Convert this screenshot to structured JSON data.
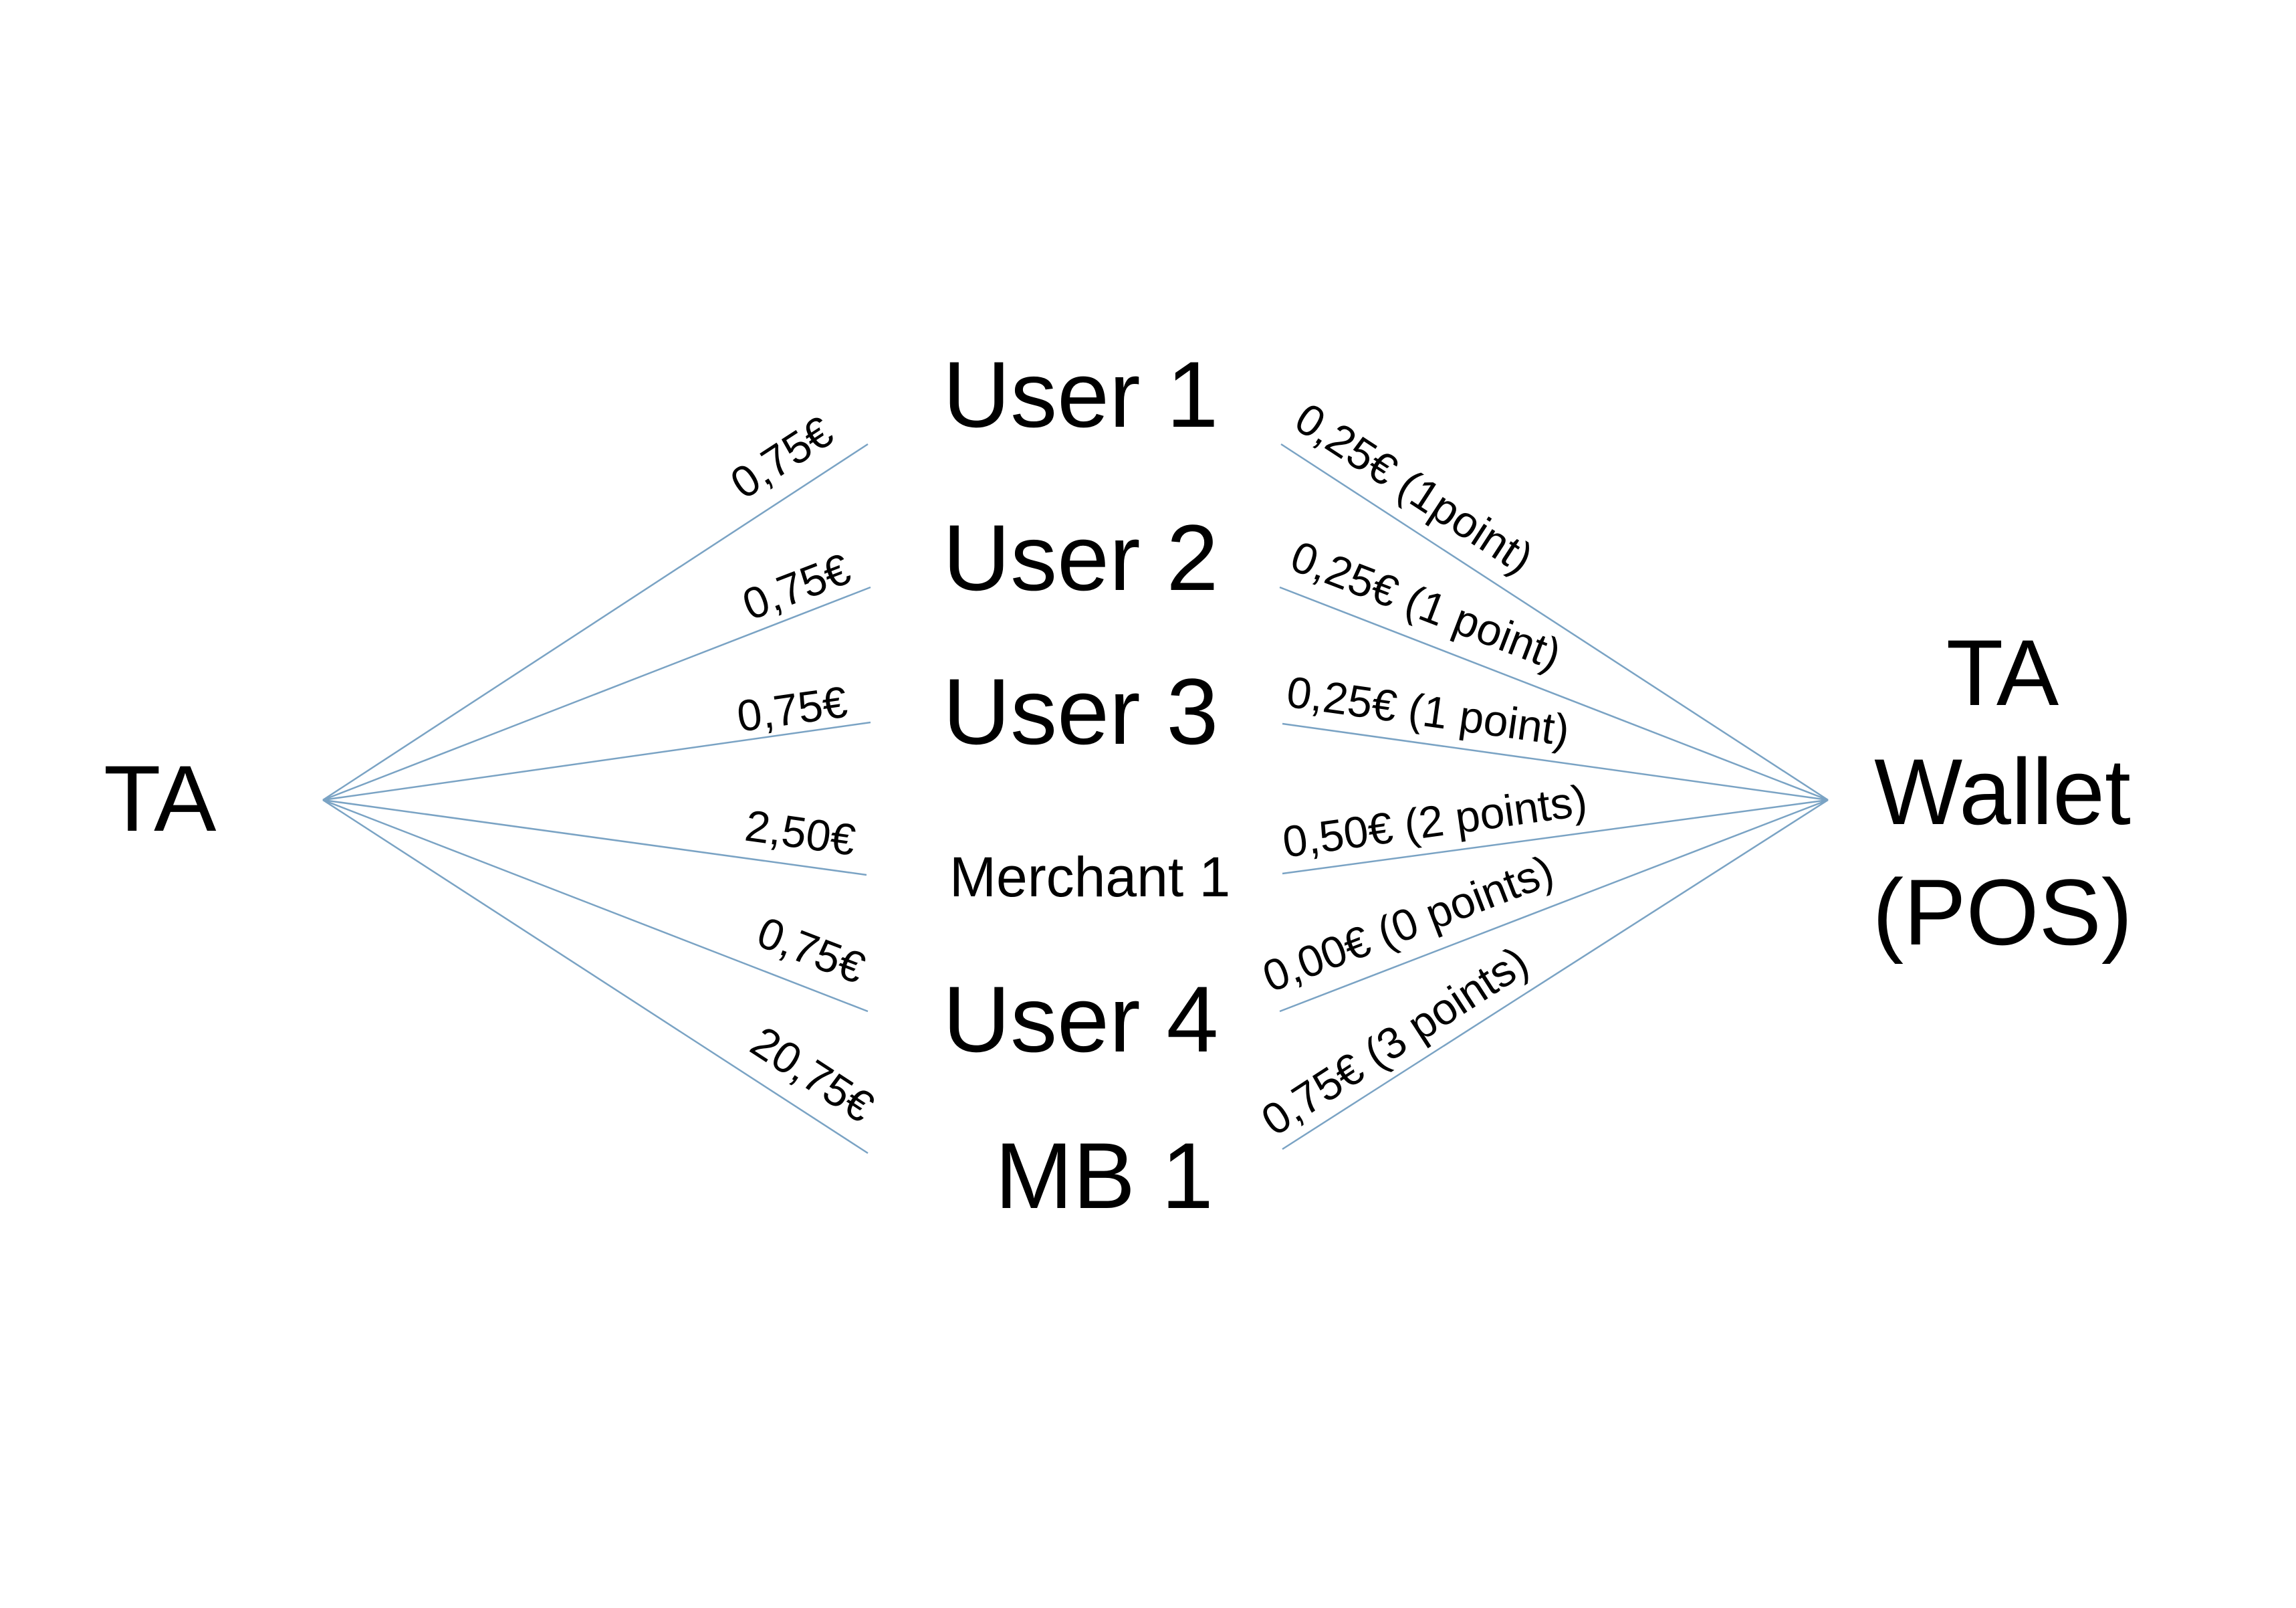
{
  "diagram": {
    "line_color": "#7aa3c4",
    "source": {
      "label": "TA"
    },
    "target": {
      "lines": [
        "TA",
        "Wallet",
        "(POS)"
      ]
    },
    "participants": [
      {
        "label": "User 1",
        "in_amount": "0,75€",
        "out_amount": "0,25€ (1point)"
      },
      {
        "label": "User 2",
        "in_amount": "0,75€",
        "out_amount": "0,25€ (1 point)"
      },
      {
        "label": "User 3",
        "in_amount": "0,75€",
        "out_amount": "0,25€ (1 point)"
      },
      {
        "label": "Merchant 1",
        "in_amount": "2,50€",
        "out_amount": "0,50€ (2 points)"
      },
      {
        "label": "User 4",
        "in_amount": "0,75€",
        "out_amount": "0,00€ (0 points)"
      },
      {
        "label": "MB 1",
        "in_amount": "20,75€",
        "out_amount": "0,75€ (3 points)"
      }
    ]
  }
}
